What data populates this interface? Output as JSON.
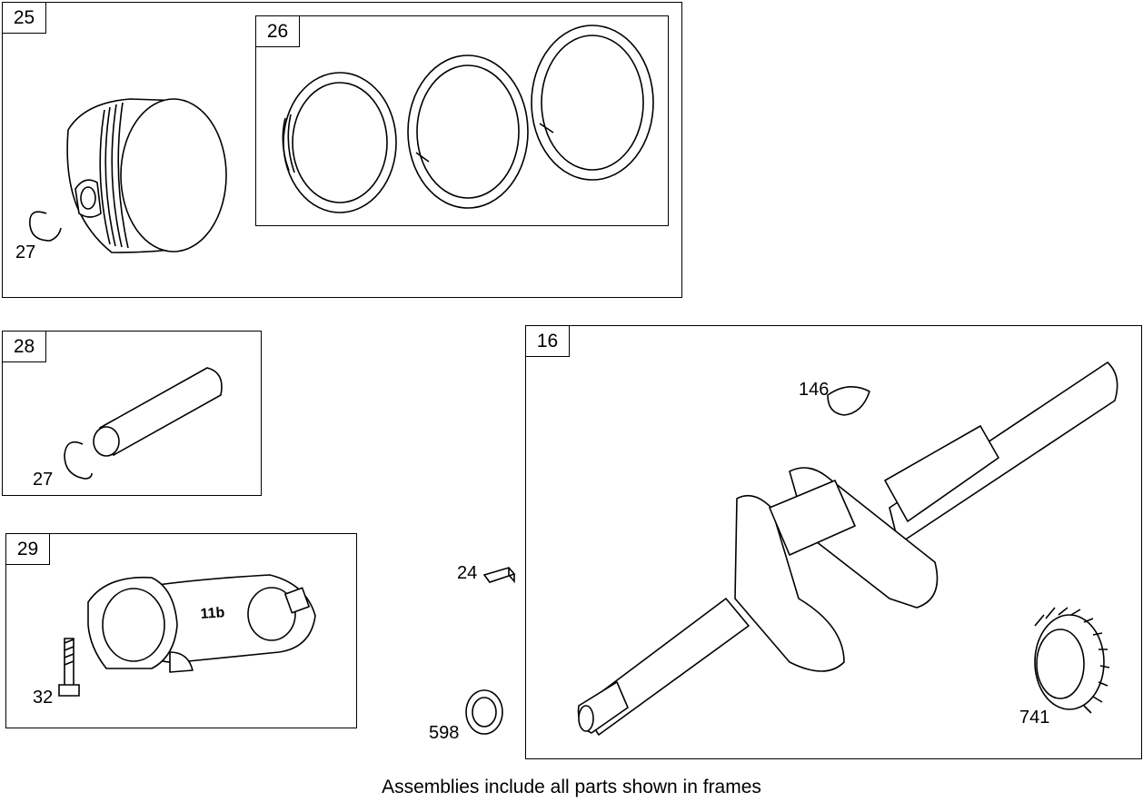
{
  "frames": {
    "piston": {
      "ref": "25"
    },
    "rings": {
      "ref": "26"
    },
    "pin": {
      "ref": "28"
    },
    "rod": {
      "ref": "29"
    },
    "crankshaft": {
      "ref": "16"
    }
  },
  "callouts": {
    "retainer_with_piston": "27",
    "retainer_with_pin": "27",
    "rod_bolt": "32",
    "key_24": "24",
    "washer": "598",
    "key_146": "146",
    "gear": "741"
  },
  "rod_marking": "11b",
  "caption": "Assemblies include all parts shown in frames"
}
